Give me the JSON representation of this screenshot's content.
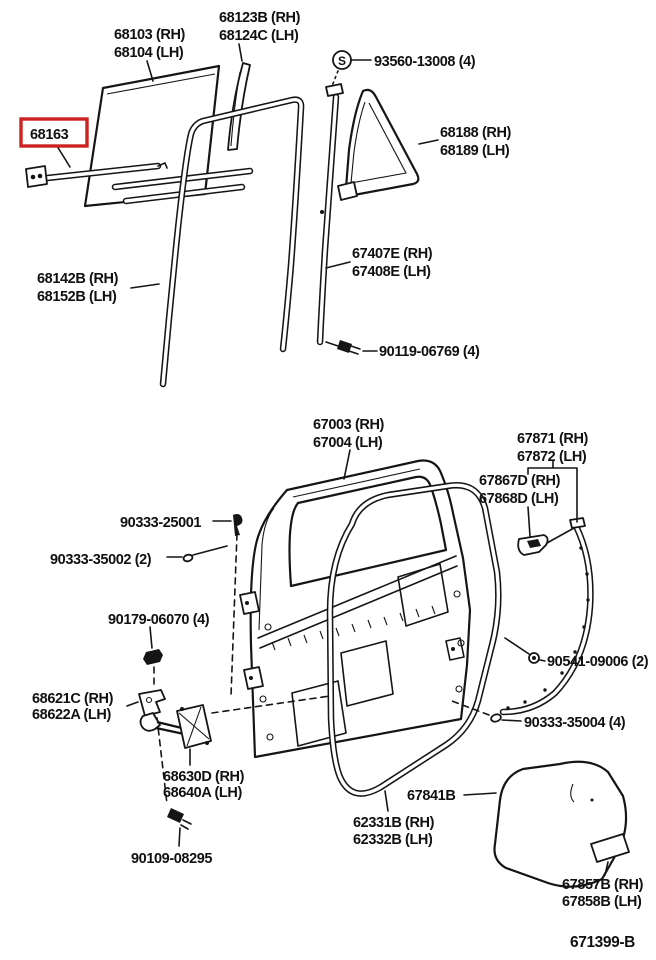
{
  "diagram": {
    "background": "#ffffff",
    "line_color": "#151515",
    "highlight_color": "#cc2222",
    "figure_code": "671399-B",
    "screw_symbol": "S",
    "selected_part_number": "68163",
    "parts": {
      "glass": {
        "l1": "68103 (RH)",
        "l2": "68104 (LH)"
      },
      "quarter_glass": {
        "l1": "68123B (RH)",
        "l2": "68124C (LH)"
      },
      "screw": {
        "l1": "93560-13008 (4)"
      },
      "glass_channel": {
        "l1": "68163"
      },
      "quarter_weatherstrip": {
        "l1": "68188 (RH)",
        "l2": "68189 (LH)"
      },
      "division_bar": {
        "l1": "67407E (RH)",
        "l2": "67408E (LH)"
      },
      "glass_run": {
        "l1": "68142B (RH)",
        "l2": "68152B (LH)"
      },
      "bolt_division": {
        "l1": "90119-06769 (4)"
      },
      "door_panel": {
        "l1": "67003 (RH)",
        "l2": "67004 (LH)"
      },
      "rear_weatherstrip": {
        "l1": "67871 (RH)",
        "l2": "67872 (LH)"
      },
      "rear_clip": {
        "l1": "67867D (RH)",
        "l2": "67868D (LH)"
      },
      "clip_25001": {
        "l1": "90333-25001"
      },
      "clip_35002": {
        "l1": "90333-35002 (2)"
      },
      "nut": {
        "l1": "90179-06070 (4)"
      },
      "check_bracket": {
        "l1": "68621C (RH)",
        "l2": "68622A (LH)"
      },
      "door_check": {
        "l1": "68630D (RH)",
        "l2": "68640A (LH)"
      },
      "bolt_check": {
        "l1": "90109-08295"
      },
      "clip_09006": {
        "l1": "90541-09006 (2)"
      },
      "clip_35004": {
        "l1": "90333-35004 (4)"
      },
      "hole_cover": {
        "l1": "67841B"
      },
      "door_weatherstrip": {
        "l1": "62331B (RH)",
        "l2": "62332B (LH)"
      },
      "lower_cover": {
        "l1": "67857B (RH)",
        "l2": "67858B (LH)"
      }
    }
  }
}
